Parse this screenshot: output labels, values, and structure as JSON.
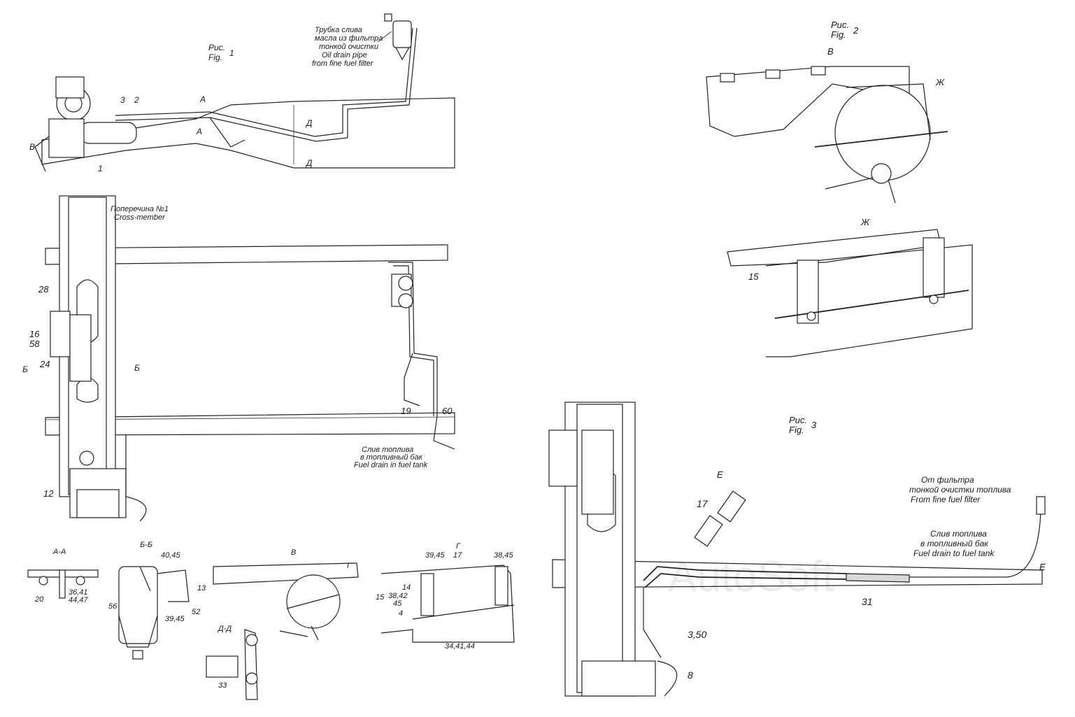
{
  "figures": {
    "fig1": {
      "ru": "Рис.",
      "en": "Fig.",
      "num": "1"
    },
    "fig2": {
      "ru": "Рис.",
      "en": "Fig.",
      "num": "2"
    },
    "fig3": {
      "ru": "Рис.",
      "en": "Fig.",
      "num": "3"
    }
  },
  "notes": {
    "oil_drain": [
      "Трубка слива",
      "масла из фильтра",
      "тонкой очистки",
      "Oil drain pipe",
      "from fine fuel filter"
    ],
    "cross_member": [
      "Поперечина №1",
      "Cross-member"
    ],
    "fuel_drain_fig1": [
      "Слив топлива",
      "в топливный бак",
      "Fuel drain in fuel tank"
    ],
    "from_filter_fig3": [
      "От фильтра",
      "тонкой очистки топлива",
      "From fine fuel filter"
    ],
    "fuel_drain_fig3": [
      "Слив топлива",
      "в топливный бак",
      "Fuel drain to fuel tank"
    ]
  },
  "section_marks": {
    "A": "А",
    "D": "Д",
    "V": "В",
    "B": "Б",
    "G": "Г",
    "Zh": "Ж",
    "E": "Е",
    "AA": "А-А",
    "BB": "Б-Б",
    "DD": "Д-Д"
  },
  "callouts": {
    "c1": "1",
    "c2": "2",
    "c3": "3",
    "c28": "28",
    "c16": "16",
    "c58": "58",
    "c24": "24",
    "c19": "19",
    "c60": "60",
    "c12": "12",
    "c15": "15",
    "c17": "17",
    "c31": "31",
    "c350": "3,50",
    "c8": "8",
    "c20": "20",
    "c3641": "36,41",
    "c4447": "44,47",
    "c4045": "40,45",
    "c13": "13",
    "c56": "56",
    "c52": "52",
    "c3945": "39,45",
    "c33": "33",
    "c3945b": "39,45",
    "c17b": "17",
    "c3845": "38,45",
    "c14": "14",
    "c15b": "15",
    "c3842": "38,42",
    "c45": "45",
    "c4": "4",
    "c344144": "34,41,44"
  },
  "watermark": "AutoSoft"
}
